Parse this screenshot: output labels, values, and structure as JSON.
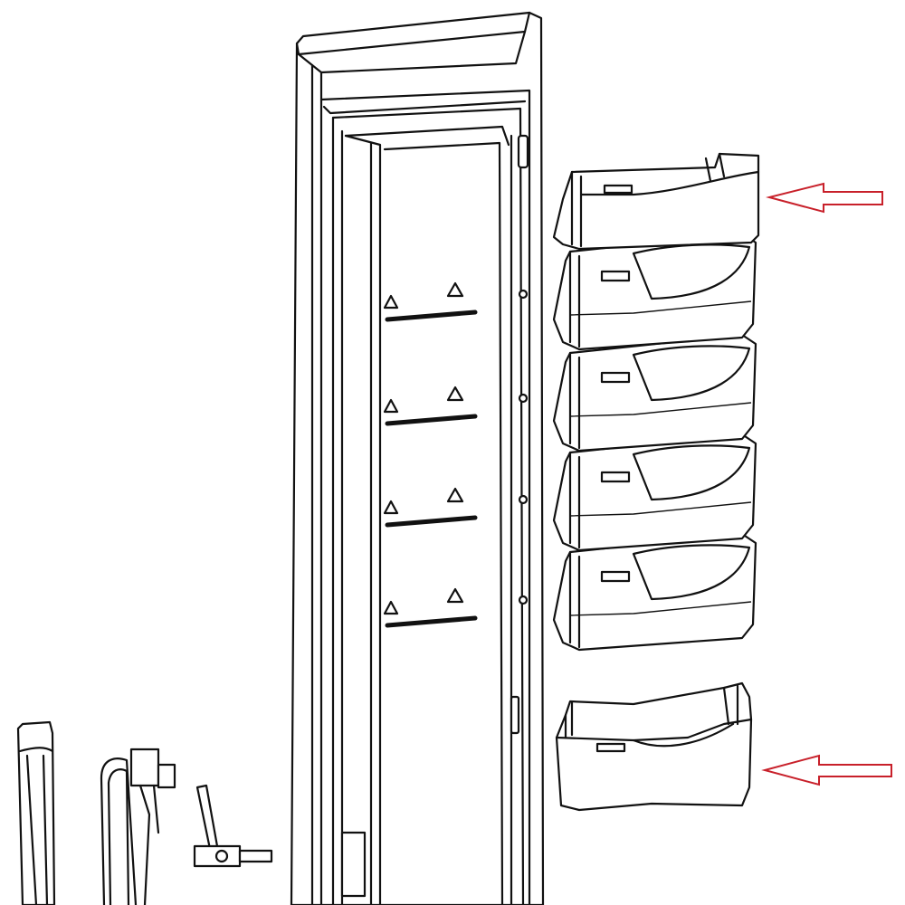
{
  "diagram": {
    "type": "exploded-parts-line-drawing",
    "colors": {
      "line": "#111111",
      "background": "#ffffff",
      "arrow": "#c8202a"
    },
    "parts": [
      "door-frame",
      "door-liner",
      "shelf-rods",
      "door-bins",
      "bottom-bin",
      "door-handle",
      "water-tube-assembly",
      "hinge-bracket"
    ],
    "bins_stacked": 5,
    "highlight_arrows": [
      "top-bin",
      "bottom-bin"
    ]
  }
}
